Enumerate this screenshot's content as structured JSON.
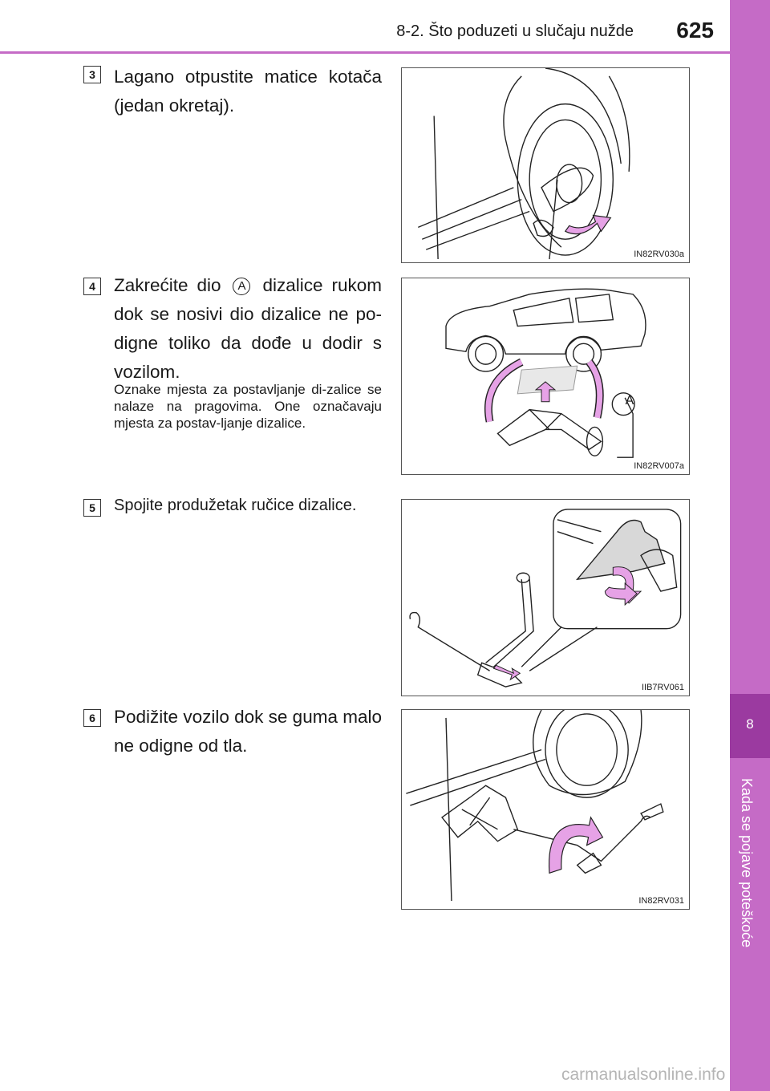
{
  "header": {
    "section_title": "8-2. Što poduzeti u slučaju nužde",
    "page_number": "625"
  },
  "side_tab": {
    "chapter_number": "8",
    "chapter_title": "Kada se pojave poteškoće",
    "color": "#c56bc6",
    "active_color": "#9b3aa0"
  },
  "steps": [
    {
      "number": "3",
      "text": "Lagano otpustite matice kotača (jedan okretaj).",
      "figure_code": "IN82RV030a"
    },
    {
      "number": "4",
      "text_before": "Zakrećite dio",
      "marker": "A",
      "text_after": "dizalice rukom dok se nosivi dio dizalice ne po-digne toliko da dođe u dodir s vozilom.",
      "note": "Oznake mjesta za postavljanje di-zalice se nalaze na pragovima. One označavaju mjesta za postav-ljanje dizalice.",
      "figure_code": "IN82RV007a",
      "figure_callout": "A"
    },
    {
      "number": "5",
      "text": "Spojite produžetak ručice dizalice.",
      "figure_code": "IIB7RV061"
    },
    {
      "number": "6",
      "text": "Podižite vozilo dok se guma malo ne odigne od tla.",
      "figure_code": "IN82RV031"
    }
  ],
  "watermark": "carmanualsonline.info"
}
